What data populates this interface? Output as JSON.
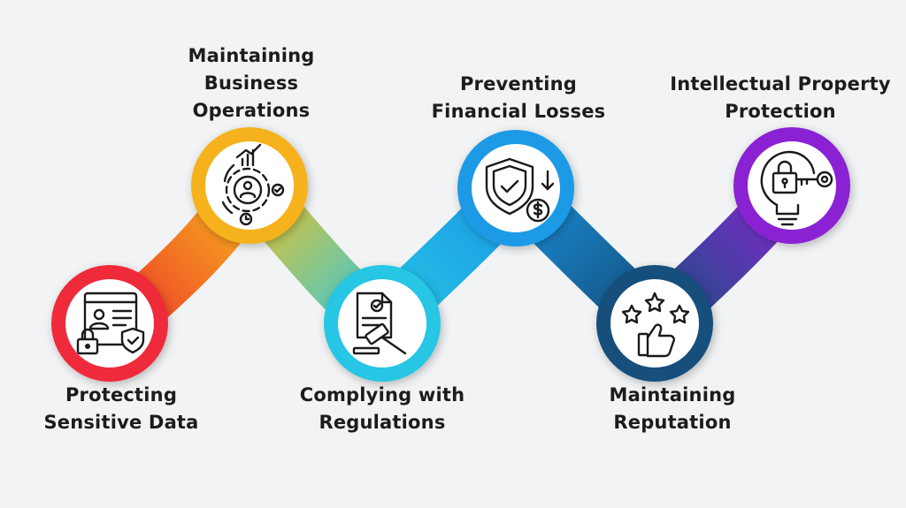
{
  "diagram": {
    "steps": [
      {
        "lines": [
          "Protecting",
          "Sensitive Data"
        ],
        "icon": "id-card-lock-shield-icon",
        "color": "#ef2b3b"
      },
      {
        "lines": [
          "Maintaining",
          "Business",
          "Operations"
        ],
        "icon": "gear-growth-icon",
        "color": "#f6b21a"
      },
      {
        "lines": [
          "Complying with",
          "Regulations"
        ],
        "icon": "document-gavel-icon",
        "color": "#22c3e0"
      },
      {
        "lines": [
          "Preventing",
          "Financial Losses"
        ],
        "icon": "shield-dollar-icon",
        "color": "#1c9ae6"
      },
      {
        "lines": [
          "Maintaining",
          "Reputation"
        ],
        "icon": "stars-thumbs-up-icon",
        "color": "#12507c"
      },
      {
        "lines": [
          "Intellectual Property",
          "Protection"
        ],
        "icon": "lightbulb-lock-key-icon",
        "color": "#8a24d4"
      }
    ]
  }
}
